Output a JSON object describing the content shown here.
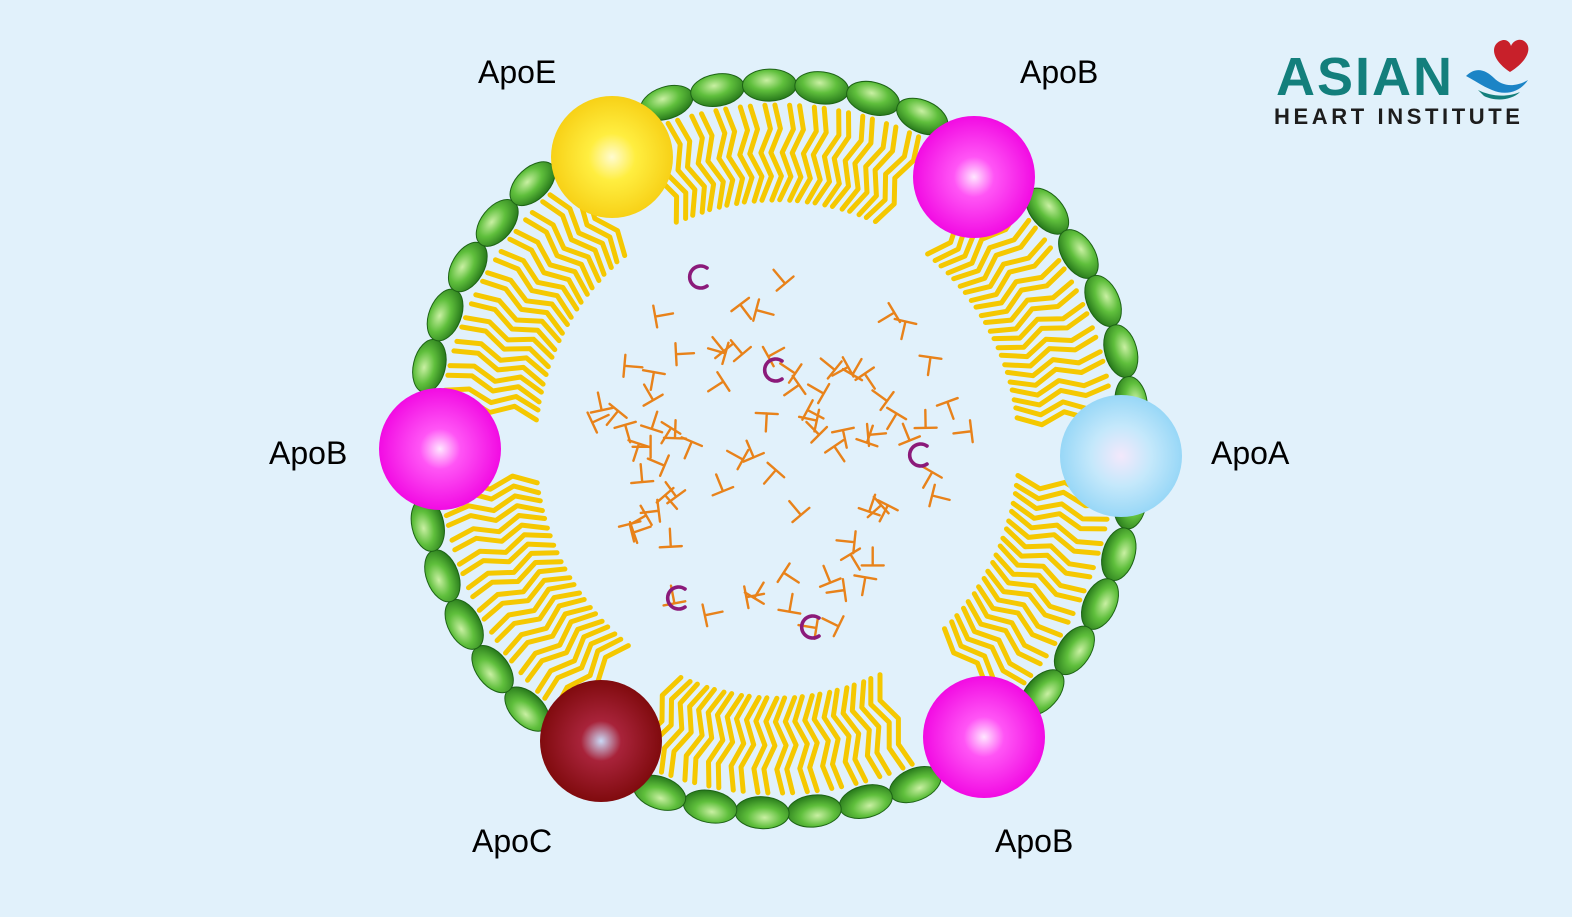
{
  "labels": {
    "apoe": "ApoE",
    "apob_top": "ApoB",
    "apob_left": "ApoB",
    "apoa": "ApoA",
    "apoc": "ApoC",
    "apob_bottom": "ApoB"
  },
  "logo": {
    "name": "ASIAN",
    "subtitle": "HEART INSTITUTE",
    "icon": "heart-wave-icon",
    "color": "#137f7c",
    "heart_color": "#c8202a",
    "wave_color": "#1b84c6"
  },
  "colors": {
    "background": "#e1f1fb",
    "phospholipid_head": "#2e9a2e",
    "phospholipid_tail": "#f5c800",
    "triglyceride": "#e8821a",
    "cholesterol": "#8b1a7a",
    "apoe": "#ffe234",
    "apob": "#ff00ee",
    "apoa": "#a6dcf7",
    "apoc": "#8b0d0d"
  }
}
